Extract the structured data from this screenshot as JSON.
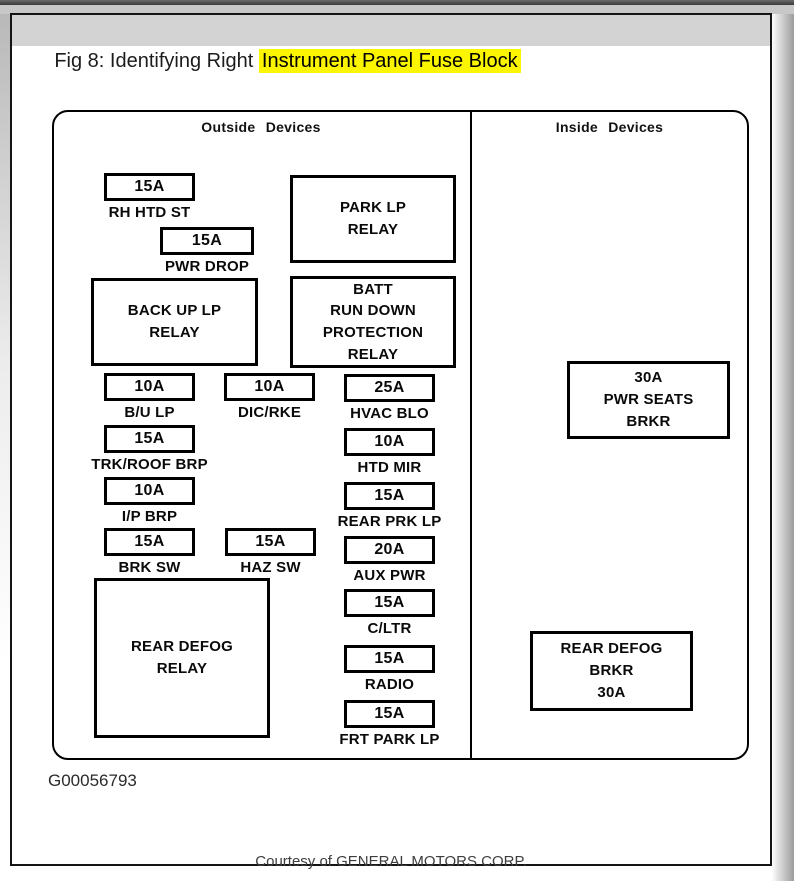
{
  "header": {
    "title_prefix": "Fig 8: Identifying Right ",
    "title_highlight": "Instrument Panel Fuse Block",
    "highlight_color": "#fbf500",
    "titlebar_color": "#d3d3d3"
  },
  "diagram": {
    "outside_label": "Outside Devices",
    "inside_label": "Inside Devices",
    "relays": [
      {
        "name": "park-lp-relay",
        "text": "PARK LP\nRELAY"
      },
      {
        "name": "back-up-lp-relay",
        "text": "BACK UP LP\nRELAY"
      },
      {
        "name": "batt-run-down-protection-relay",
        "text": "BATT\nRUN DOWN\nPROTECTION\nRELAY"
      },
      {
        "name": "rear-defog-relay",
        "text": "REAR DEFOG\nRELAY"
      },
      {
        "name": "pwr-seats-brkr",
        "text": "30A\nPWR SEATS\nBRKR"
      },
      {
        "name": "rear-defog-brkr",
        "text": "REAR DEFOG\nBRKR\n30A"
      }
    ],
    "fuses": [
      {
        "amp": "15A",
        "label": "RH HTD ST"
      },
      {
        "amp": "15A",
        "label": "PWR DROP"
      },
      {
        "amp": "10A",
        "label": "B/U LP"
      },
      {
        "amp": "10A",
        "label": "DIC/RKE"
      },
      {
        "amp": "25A",
        "label": "HVAC BLO"
      },
      {
        "amp": "15A",
        "label": "TRK/ROOF BRP"
      },
      {
        "amp": "10A",
        "label": "HTD MIR"
      },
      {
        "amp": "10A",
        "label": "I/P BRP"
      },
      {
        "amp": "15A",
        "label": "REAR PRK LP"
      },
      {
        "amp": "15A",
        "label": "BRK SW"
      },
      {
        "amp": "15A",
        "label": "HAZ SW"
      },
      {
        "amp": "20A",
        "label": "AUX PWR"
      },
      {
        "amp": "15A",
        "label": "C/LTR"
      },
      {
        "amp": "15A",
        "label": "RADIO"
      },
      {
        "amp": "15A",
        "label": "FRT PARK LP"
      }
    ]
  },
  "footer": {
    "figure_id": "G00056793",
    "credit": "Courtesy of GENERAL MOTORS CORP."
  }
}
